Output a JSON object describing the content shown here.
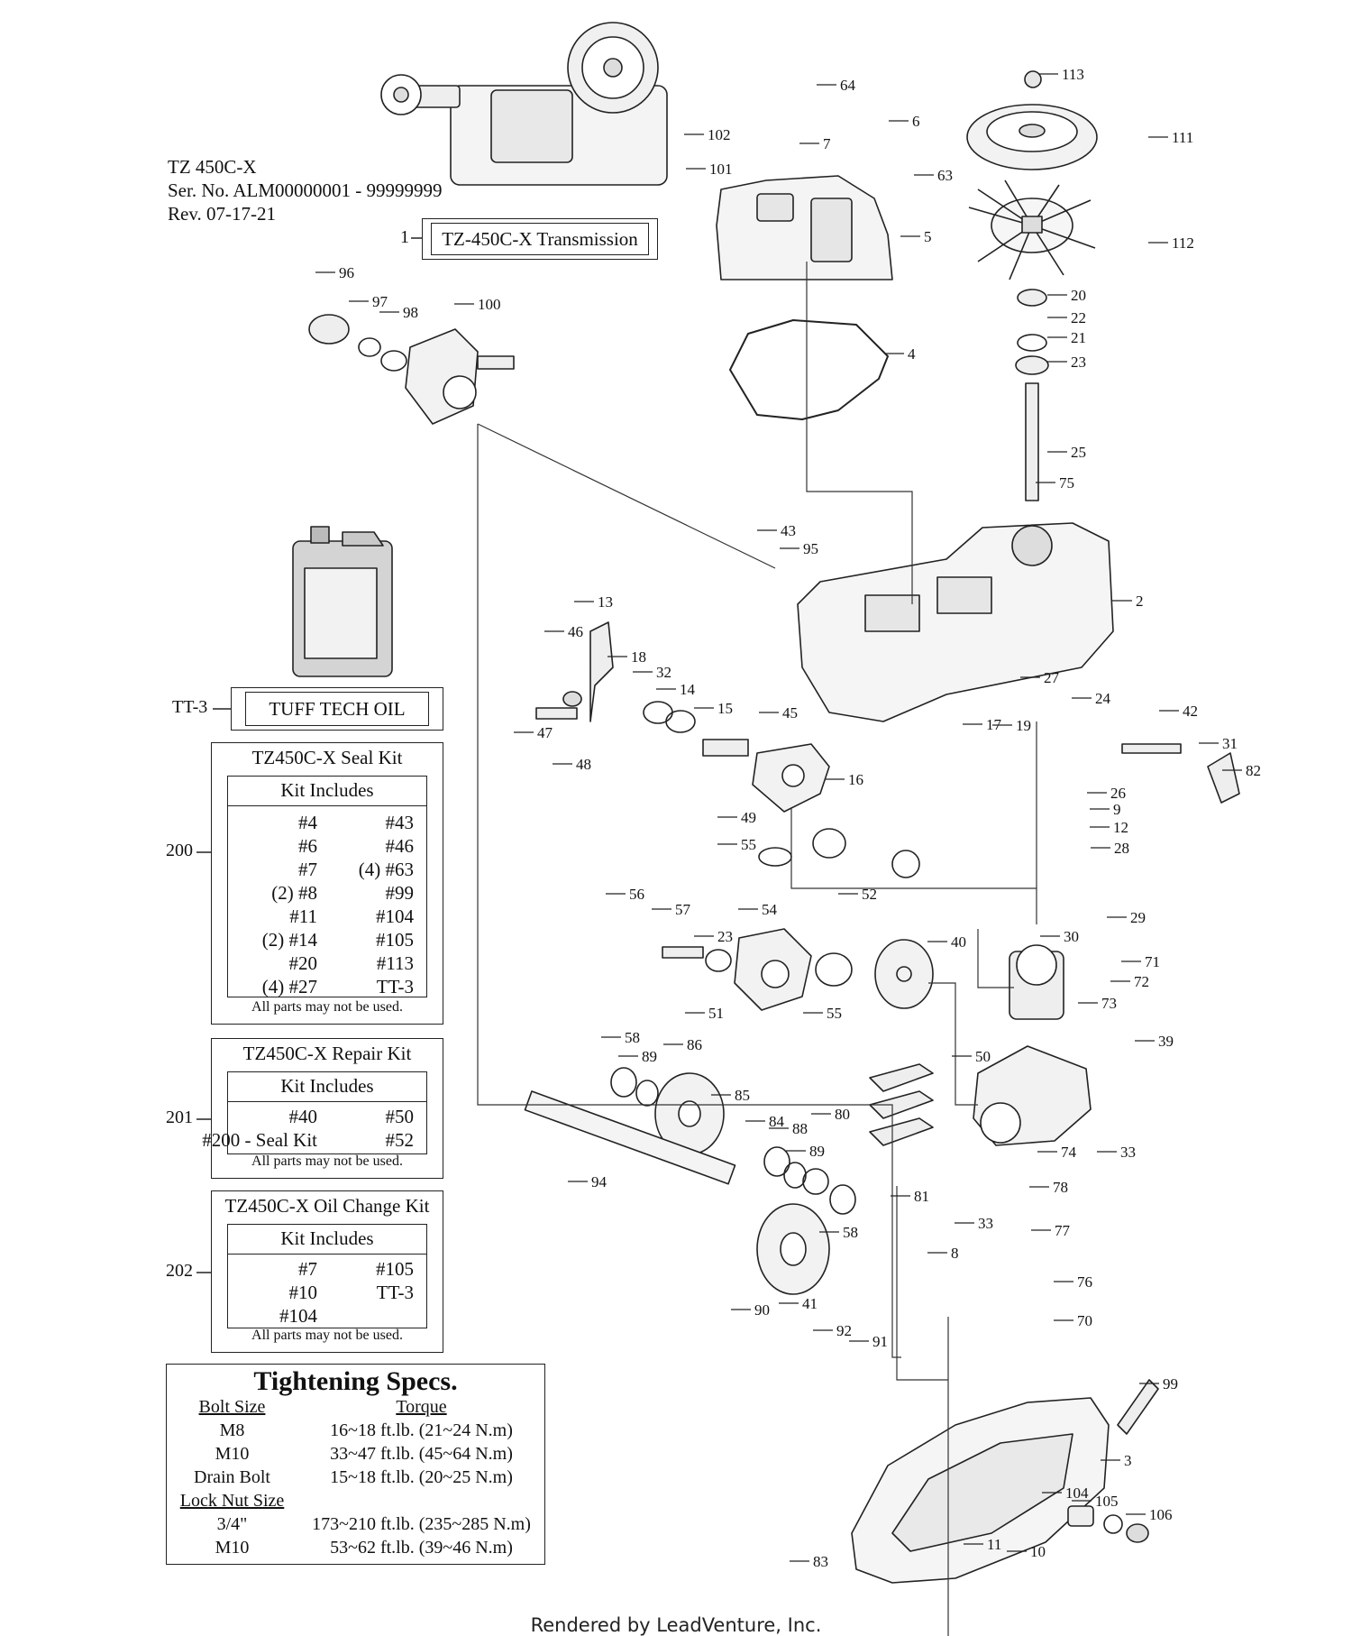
{
  "header": {
    "model": "TZ 450C-X",
    "serial": "Ser. No. ALM00000001 - 99999999",
    "revision": "Rev. 07-17-21"
  },
  "transmission_box": {
    "callout": "1",
    "label": "TZ-450C-X Transmission"
  },
  "oil_box": {
    "callout": "TT-3",
    "label": "TUFF TECH OIL"
  },
  "seal_kit": {
    "callout": "200",
    "title": "TZ450C-X Seal Kit",
    "header": "Kit Includes",
    "rows": [
      [
        "#4",
        "#43"
      ],
      [
        "#6",
        "#46"
      ],
      [
        "#7",
        "(4) #63"
      ],
      [
        "(2) #8",
        "#99"
      ],
      [
        "#11",
        "#104"
      ],
      [
        "(2) #14",
        "#105"
      ],
      [
        "#20",
        "#113"
      ],
      [
        "(4) #27",
        "TT-3"
      ]
    ],
    "note": "All parts may not be used."
  },
  "repair_kit": {
    "callout": "201",
    "title": "TZ450C-X Repair Kit",
    "header": "Kit Includes",
    "rows": [
      [
        "#40",
        "#50"
      ],
      [
        "#200 - Seal Kit",
        "#52"
      ]
    ],
    "note": "All parts may not be used."
  },
  "oil_change_kit": {
    "callout": "202",
    "title": "TZ450C-X Oil Change Kit",
    "header": "Kit Includes",
    "rows": [
      [
        "#7",
        "#105"
      ],
      [
        "#10",
        "TT-3"
      ],
      [
        "#104",
        ""
      ]
    ],
    "note": "All parts may not be used."
  },
  "tightening_specs": {
    "title": "Tightening Specs.",
    "bolt_header": "Bolt Size",
    "torque_header": "Torque",
    "bolt_rows": [
      [
        "M8",
        "16~18 ft.lb. (21~24 N.m)"
      ],
      [
        "M10",
        "33~47 ft.lb. (45~64 N.m)"
      ],
      [
        "Drain Bolt",
        "15~18 ft.lb. (20~25 N.m)"
      ]
    ],
    "locknut_header": "Lock Nut Size",
    "locknut_rows": [
      [
        "3/4\"",
        "173~210 ft.lb. (235~285 N.m)"
      ],
      [
        "M10",
        "53~62 ft.lb. (39~46 N.m)"
      ]
    ]
  },
  "part_labels": [
    "2",
    "3",
    "4",
    "5",
    "6",
    "7",
    "8",
    "9",
    "10",
    "11",
    "12",
    "13",
    "14",
    "15",
    "16",
    "17",
    "18",
    "19",
    "20",
    "21",
    "22",
    "23",
    "24",
    "25",
    "26",
    "27",
    "28",
    "29",
    "30",
    "31",
    "32",
    "33",
    "39",
    "40",
    "41",
    "42",
    "43",
    "45",
    "46",
    "47",
    "48",
    "49",
    "50",
    "51",
    "52",
    "54",
    "55",
    "56",
    "57",
    "58",
    "63",
    "64",
    "70",
    "71",
    "72",
    "73",
    "74",
    "75",
    "76",
    "77",
    "78",
    "80",
    "81",
    "82",
    "83",
    "84",
    "85",
    "86",
    "88",
    "89",
    "90",
    "91",
    "92",
    "94",
    "95",
    "96",
    "97",
    "98",
    "99",
    "100",
    "101",
    "102",
    "104",
    "105",
    "106",
    "111",
    "112",
    "113"
  ],
  "footer": "Rendered by LeadVenture, Inc."
}
